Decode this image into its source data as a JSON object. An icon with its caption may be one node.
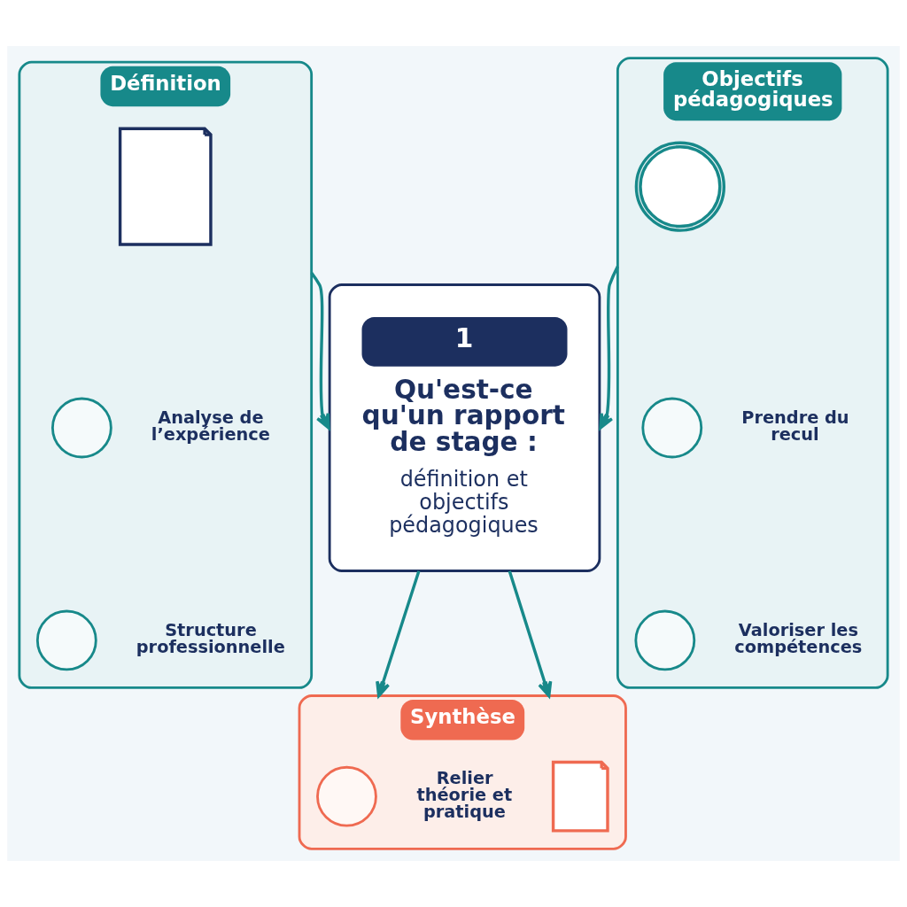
{
  "diagram": {
    "nodes": [
      {
        "text": [
          "Définition"
        ]
      },
      {
        "text": [],
        "shape": "picture",
        "in": 0
      },
      {
        "text": [],
        "shape": "circle",
        "in": 0,
        "beside": [
          "Analyse de l’expérience"
        ]
      },
      {
        "text": [],
        "shape": "circle",
        "in": 0,
        "beside": [
          "Structure professionnelle"
        ]
      },
      {
        "text": [
          "1",
          "Qu'est-ce qu'un rapport de stage :",
          "définition et objectifs pédagogiques"
        ]
      },
      {
        "text": [
          "Objectifs pédagogiques"
        ]
      },
      {
        "text": [],
        "shape": "picture",
        "in": 5
      },
      {
        "text": [],
        "shape": "circle",
        "in": 5,
        "beside": [
          "Prendre du recul"
        ]
      },
      {
        "text": [],
        "shape": "circle",
        "in": 5,
        "beside": [
          "Valoriser les compétences"
        ]
      },
      {
        "text": [
          "Synthèse"
        ]
      },
      {
        "text": [],
        "shape": "circle",
        "in": 9,
        "beside": [
          "Relier théorie et pratique"
        ]
      },
      {
        "text": [],
        "shape": "picture",
        "in": 9
      }
    ],
    "edges": [
      {
        "from": 0,
        "to": 4,
        "arrow": "to"
      },
      {
        "from": 5,
        "to": 4,
        "arrow": "to"
      },
      {
        "from": 4,
        "to": 9,
        "arrow": "to"
      },
      {
        "from": 4,
        "to": 9,
        "arrow": "to"
      }
    ]
  }
}
